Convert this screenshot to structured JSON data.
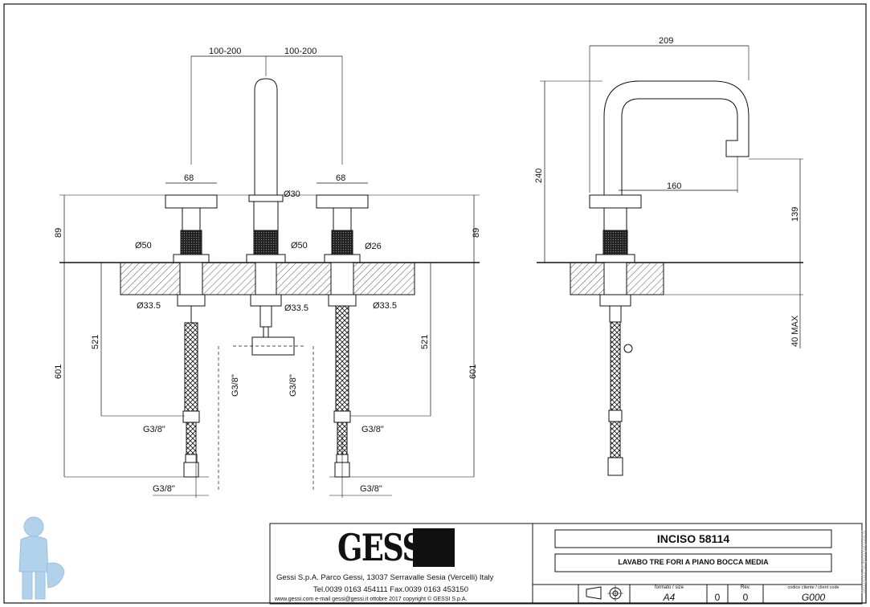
{
  "dimensions": {
    "spacing_left": "100-200",
    "spacing_right": "100-200",
    "handle_width_left": "68",
    "handle_width_right": "68",
    "spout_diameter": "Ø30",
    "base_dia_left": "Ø50",
    "base_dia_center": "Ø50",
    "base_dia_right": "Ø26",
    "height_left": "89",
    "height_right": "89",
    "nut_left": "Ø33.5",
    "nut_center": "Ø33.5",
    "nut_right": "Ø33.5",
    "hose_len_left": "521",
    "hose_len_right": "521",
    "total_len_left": "601",
    "total_len_right": "601",
    "thread_left_mid": "G3/8\"",
    "thread_left_bottom": "G3/8\"",
    "thread_center_left": "G3/8\"",
    "thread_center_right": "G3/8\"",
    "thread_right_mid": "G3/8\"",
    "thread_right_bottom": "G3/8\"",
    "side_reach": "209",
    "side_height": "240",
    "side_outlet_reach": "160",
    "side_outlet_height": "139",
    "side_max_deck": "40 MAX"
  },
  "title_block": {
    "brand": "GESSI",
    "company_line": "Gessi S.p.A. Parco Gessi, 13037 Serravalle Sesia (Vercelli) Italy",
    "phone_line": "Tel.0039 0163 454111 Fax.0039 0163 453150",
    "web_line": "www.gessi.com  e-mail gessi@gessi.it  ottobre 2017  copyright © GESSI S.p.A.",
    "product_code": "INCISO 58114",
    "product_desc": "LAVABO TRE FORI A PIANO BOCCA MEDIA",
    "label_size": "formato / size",
    "size": "A4",
    "label_rev": "Rev.",
    "rev_a": "0",
    "rev_b": "0",
    "label_client": "codice cliente / client code",
    "client_code": "G000"
  },
  "colors": {
    "line": "#111111",
    "hatch": "#555555",
    "mascot": "#9fc8e8"
  },
  "watermark": "santehnika-online"
}
